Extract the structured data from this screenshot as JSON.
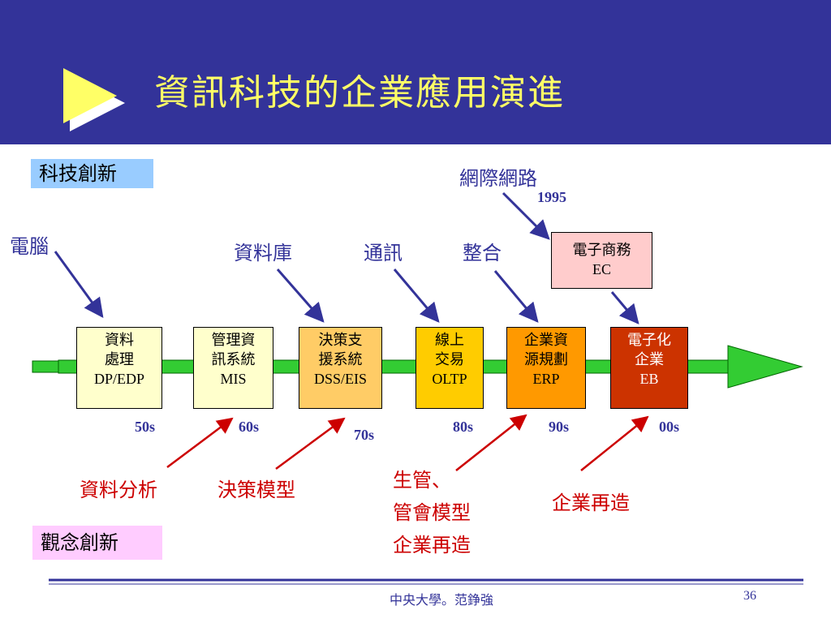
{
  "title": "資訊科技的企業應用演進",
  "tags": {
    "tech": "科技創新",
    "concept": "觀念創新"
  },
  "tech_labels": {
    "computer": "電腦",
    "database": "資料庫",
    "communication": "通訊",
    "integration": "整合",
    "internet": "網際網路",
    "internet_year": "1995"
  },
  "ec_box": {
    "line1": "電子商務",
    "line2": "EC"
  },
  "stages": [
    {
      "l1": "資料",
      "l2": "處理",
      "l3": "DP/EDP",
      "year": "50s"
    },
    {
      "l1": "管理資",
      "l2": "訊系統",
      "l3": "MIS",
      "year": "60s"
    },
    {
      "l1": "決策支",
      "l2": "援系統",
      "l3": "DSS/EIS",
      "year": "70s"
    },
    {
      "l1": "線上",
      "l2": "交易",
      "l3": "OLTP",
      "year": "80s"
    },
    {
      "l1": "企業資",
      "l2": "源規劃",
      "l3": "ERP",
      "year": "90s"
    },
    {
      "l1": "電子化",
      "l2": "企業",
      "l3": "EB",
      "year": "00s"
    }
  ],
  "concept_labels": {
    "data_analysis": "資料分析",
    "decision_model": "決策模型",
    "prod_mgmt_line1": "生管、",
    "prod_mgmt_line2": "管會模型",
    "prod_mgmt_line3": "企業再造",
    "reengineering": "企業再造"
  },
  "footer": {
    "text": "中央大學。范錚強",
    "page": "36"
  },
  "colors": {
    "header": "#333399",
    "title": "#ffff66",
    "timeline_arrow": "#33cc33",
    "stage_fill": [
      "#ffffcc",
      "#ffffcc",
      "#ffcc66",
      "#ffcc00",
      "#ff9900",
      "#cc3300"
    ],
    "ec_fill": "#ffcccc",
    "tech_tag": "#99ccff",
    "concept_tag": "#ffccff",
    "navy_arrow": "#333399",
    "red_arrow": "#cc0000"
  }
}
